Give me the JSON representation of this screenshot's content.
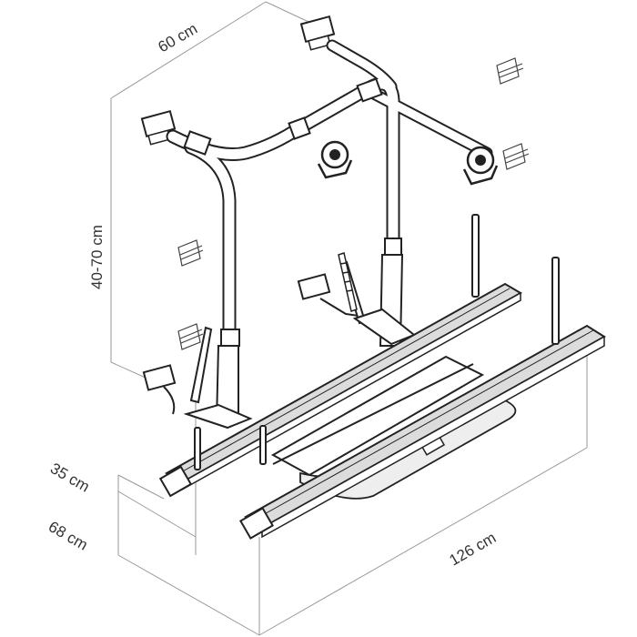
{
  "diagram": {
    "dimensions": {
      "width_depth": "60 cm",
      "height_adjust": "40-70 cm",
      "mount_offset": "35 cm",
      "bottom_clearance": "68 cm",
      "rail_length": "126 cm"
    },
    "colors": {
      "line": "#222222",
      "tube_fill": "#ffffff",
      "dimension_line": "#9a9a9a",
      "text": "#333333",
      "rail_shade": "#dcdcdc"
    },
    "icons": [
      "mount-bracket-icon",
      "wheel-clamp-icon",
      "hinge-icon",
      "license-plate-holder-icon"
    ]
  }
}
